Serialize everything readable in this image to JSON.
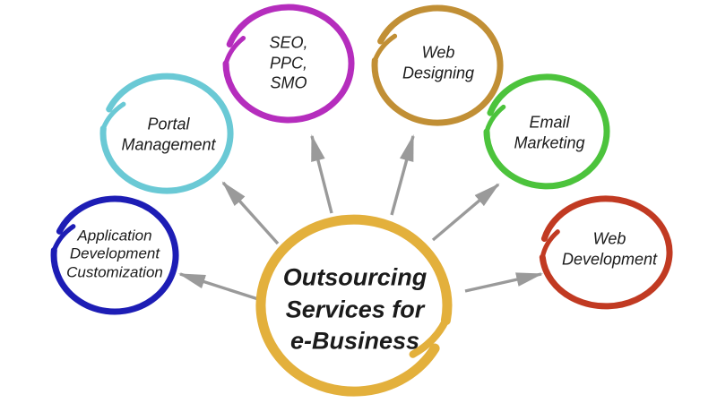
{
  "colors": {
    "arrow": "#9a9a9a",
    "text": "#1b1b1b",
    "background": "#ffffff"
  },
  "center": {
    "label": "Outsourcing\nServices for\ne-Business",
    "color": "#e3b03c"
  },
  "nodes": [
    {
      "id": "application-development-customization",
      "label": "Application\nDevelopment\nCustomization",
      "color": "#1d1db5"
    },
    {
      "id": "portal-management",
      "label": "Portal\nManagement",
      "color": "#6ac9d5"
    },
    {
      "id": "seo-ppc-smo",
      "label": "SEO,\nPPC,\nSMO",
      "color": "#b52dbd"
    },
    {
      "id": "web-designing",
      "label": "Web\nDesigning",
      "color": "#c18f35"
    },
    {
      "id": "email-marketing",
      "label": "Email\nMarketing",
      "color": "#4cc33c"
    },
    {
      "id": "web-development",
      "label": "Web\nDevelopment",
      "color": "#c13a22"
    }
  ]
}
